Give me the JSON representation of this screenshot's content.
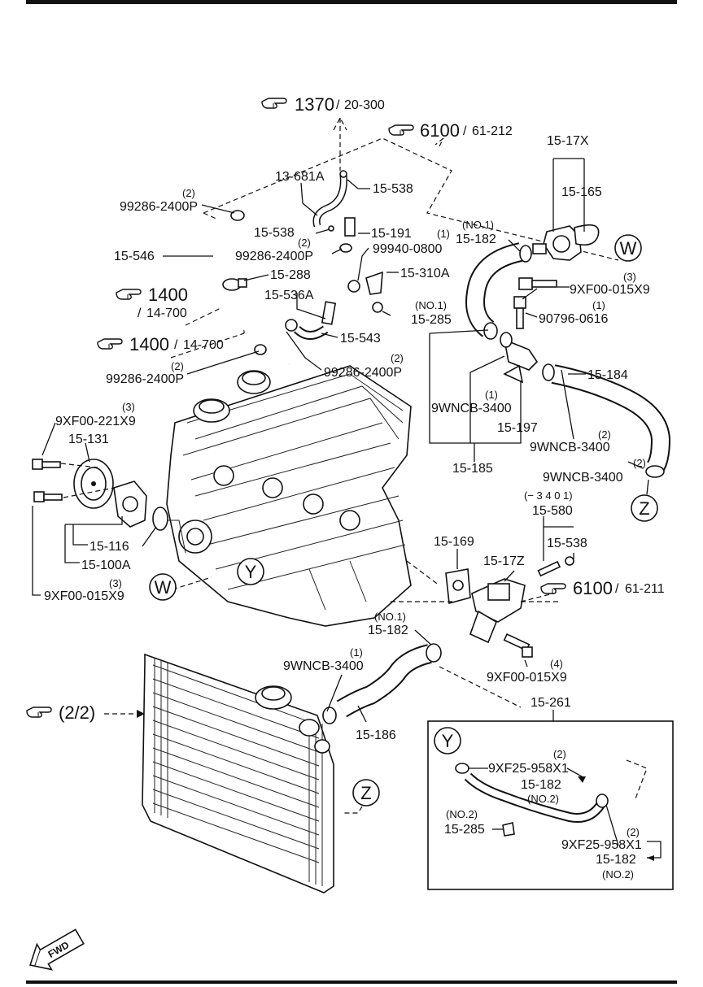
{
  "refs": {
    "r1370": {
      "main": "1370",
      "sub": "20-300"
    },
    "r6100a": {
      "main": "6100",
      "sub": "61-212"
    },
    "r1400a": {
      "main": "1400",
      "sub": "14-700"
    },
    "r1400b": {
      "main": "1400",
      "sub": "14-700"
    },
    "r6100b": {
      "main": "6100",
      "sub": "61-211"
    },
    "r2of2": {
      "main": "(2/2)"
    }
  },
  "labels": {
    "p15_17x": "15-17X",
    "p15_165": "15-165",
    "p13_681a": "13-681A",
    "p15_538_top": "15-538",
    "q2_a": "(2)",
    "p99286_a": "99286-2400P",
    "p15_538_mid": "15-538",
    "p15_191": "15-191",
    "q1_a": "(1)",
    "p99940": "99940-0800",
    "q2_b": "(2)",
    "p99286_b": "99286-2400P",
    "p15_546": "15-546",
    "p15_288": "15-288",
    "p15_310a": "15-310A",
    "p15_536a": "15-536A",
    "no1_a": "(NO.1)",
    "p15_285_a": "15-285",
    "p15_543": "15-543",
    "q2_c": "(2)",
    "p99286_c": "99286-2400P",
    "q2_d": "(2)",
    "p99286_d": "99286-2400P",
    "no1_b": "(NO.1)",
    "p15_182_a": "15-182",
    "q3_a": "(3)",
    "p9xf00_015x9_a": "9XF00-015X9",
    "q1_b": "(1)",
    "p90796": "90796-0616",
    "p15_184": "15-184",
    "q1_c": "(1)",
    "p9wncb_a": "9WNCB-3400",
    "p15_197": "15-197",
    "q2_e": "(2)",
    "p9wncb_b": "9WNCB-3400",
    "p15_185": "15-185",
    "q2_f": "(2)",
    "p9wncb_c": "9WNCB-3400",
    "q3_b": "(3)",
    "p9xf00_221x9": "9XF00-221X9",
    "p15_131": "15-131",
    "p15_116": "15-116",
    "p15_100a": "15-100A",
    "q3_c": "(3)",
    "p9xf00_015x9_b": "9XF00-015X9",
    "range_3401": "(− 3 4 0 1)",
    "p15_580": "15-580",
    "p15_538_low": "15-538",
    "p15_169": "15-169",
    "p15_17z": "15-17Z",
    "no1_c": "(NO.1)",
    "p15_182_b": "15-182",
    "q1_d": "(1)",
    "p9wncb_d": "9WNCB-3400",
    "q4": "(4)",
    "p9xf00_015x9_c": "9XF00-015X9",
    "p15_186": "15-186",
    "p15_261": "15-261",
    "q2_g": "(2)",
    "p9xf25_a": "9XF25-958X1",
    "p15_182_c": "15-182",
    "no2_a": "(NO.2)",
    "no2_b": "(NO.2)",
    "p15_285_b": "15-285",
    "q2_h": "(2)",
    "p9xf25_b": "9XF25-958X1",
    "p15_182_d": "15-182",
    "no2_c": "(NO.2)"
  },
  "callouts": {
    "w_top": "W",
    "z_top": "Z",
    "y_engine": "Y",
    "w_engine": "W",
    "y_box": "Y",
    "z_radiator": "Z"
  },
  "fwd_label": "FWD",
  "icons": {
    "reference": "pointing-hand-icon",
    "direction": "fwd-arrow-icon"
  }
}
